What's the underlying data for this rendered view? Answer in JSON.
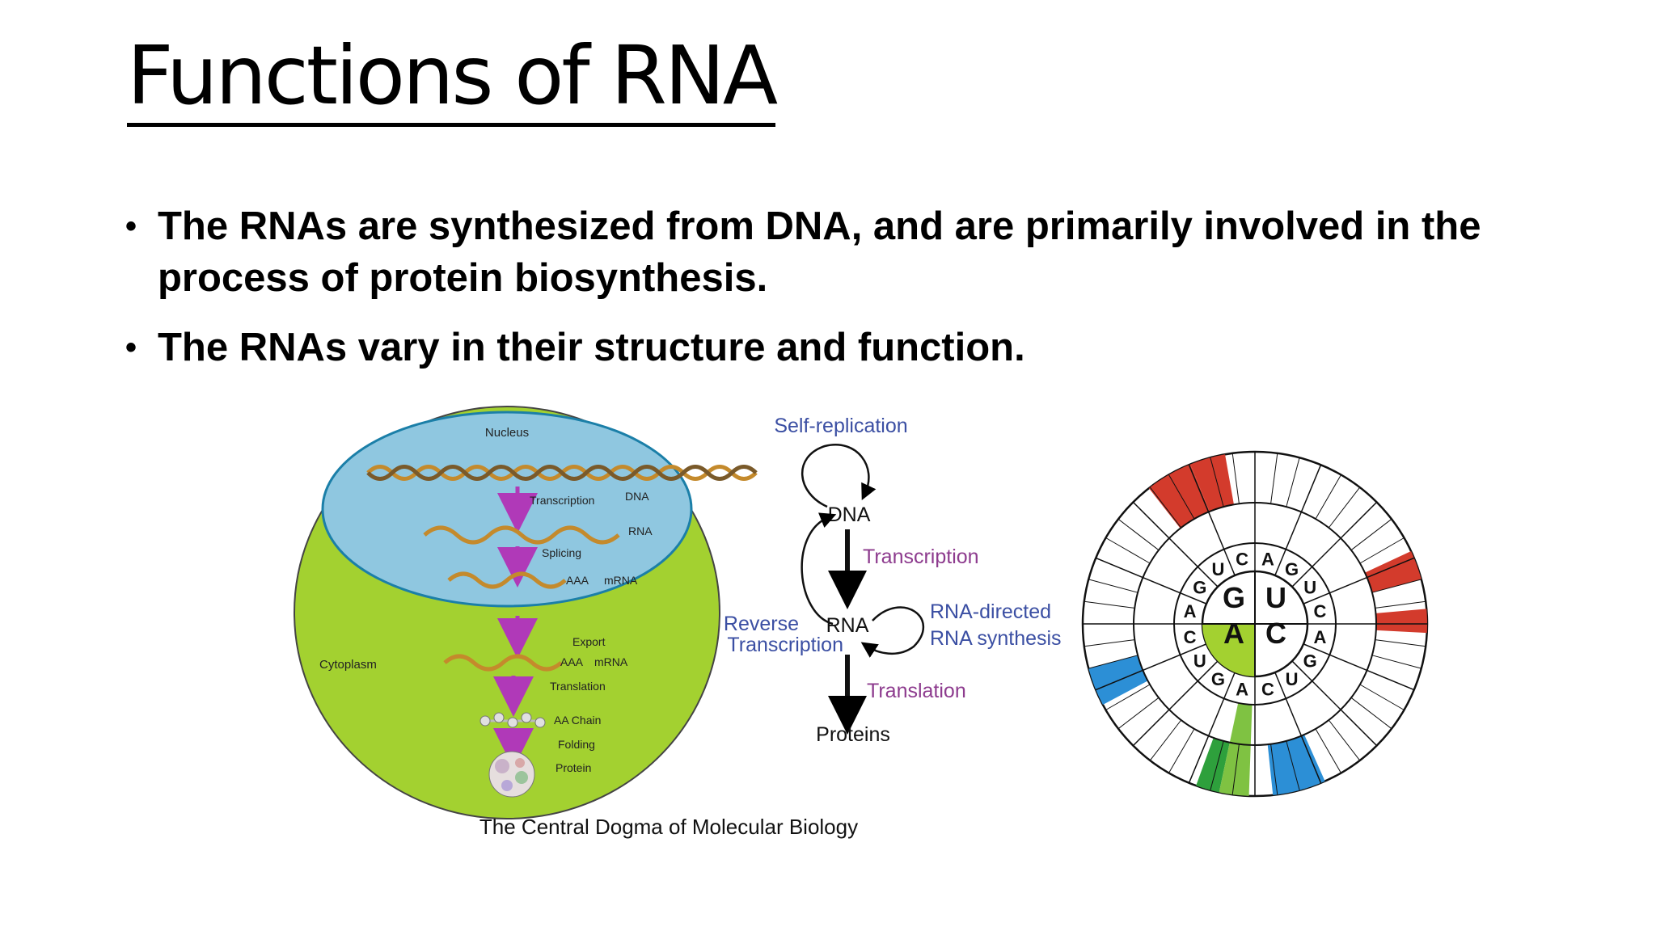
{
  "title": "Functions of RNA",
  "bullets": [
    "The RNAs are synthesized from DNA, and are primarily involved in the process of protein biosynthesis.",
    "The RNAs vary in their structure and function."
  ],
  "cell_diagram": {
    "nucleus_label": "Nucleus",
    "cytoplasm_label": "Cytoplasm",
    "steps": {
      "transcription": "Transcription",
      "dna": "DNA",
      "rna": "RNA",
      "splicing": "Splicing",
      "aaa1": "AAA",
      "mrna1": "mRNA",
      "export": "Export",
      "aaa2": "AAA",
      "mrna2": "mRNA",
      "translation": "Translation",
      "aa_chain": "AA Chain",
      "folding": "Folding",
      "protein": "Protein"
    },
    "caption": "The Central Dogma of Molecular Biology"
  },
  "dogma_diagram": {
    "self_replication": "Self-replication",
    "dna": "DNA",
    "transcription": "Transcription",
    "reverse": "Reverse",
    "transcription_rev": "Transcription",
    "rna": "RNA",
    "rna_directed": "RNA-directed",
    "rna_synthesis": "RNA synthesis",
    "translation": "Translation",
    "proteins": "Proteins"
  },
  "codon_wheel": {
    "center": [
      "G",
      "U",
      "A",
      "C"
    ],
    "ring2": [
      "A",
      "G",
      "U",
      "C",
      "A",
      "G",
      "U",
      "C",
      "A",
      "G",
      "U",
      "C",
      "A",
      "G",
      "U",
      "C"
    ]
  },
  "colors": {
    "cell_green": "#a3d130",
    "nucleus_blue": "#8fc7e0",
    "arrow_purple": "#b039b8",
    "dogma_blue": "#3b4fa3",
    "dogma_purple": "#8d3b8e",
    "wheel_red": "#d33b2c",
    "wheel_blue": "#2c8fd6",
    "wheel_green": "#7fc242",
    "wheel_dkgreen": "#2ea03c"
  }
}
